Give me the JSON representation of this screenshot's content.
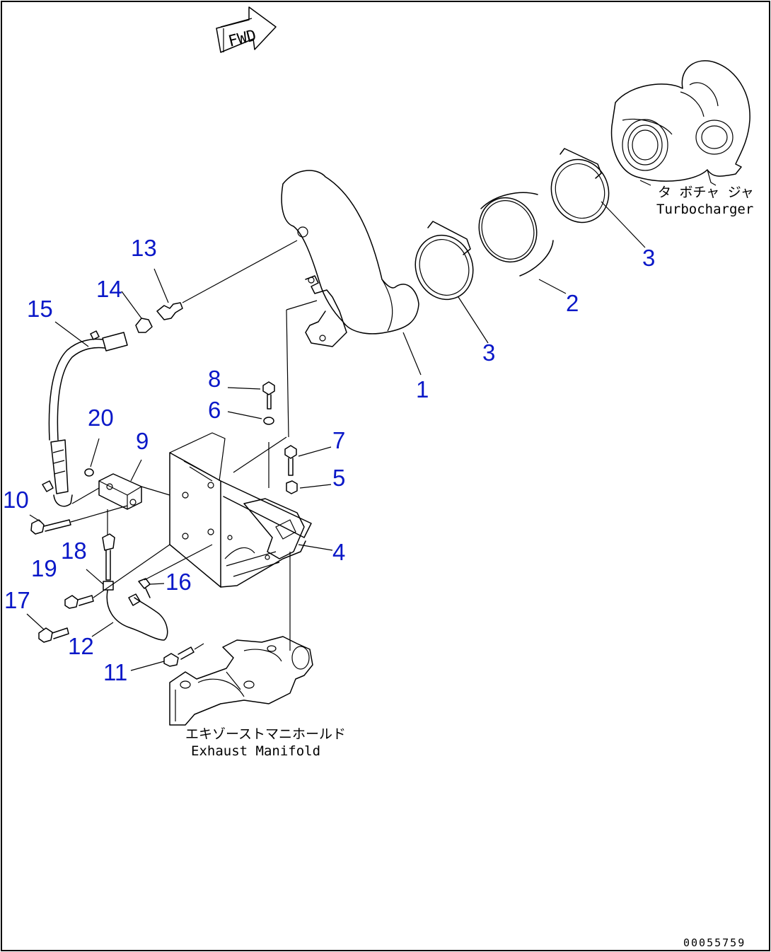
{
  "drawing": {
    "fwd_label": "FWD",
    "drawing_number": "00055759"
  },
  "captions": {
    "turbocharger_jp": "タ ボチャ ジャ",
    "turbocharger_en": "Turbocharger",
    "exhaust_manifold_jp": "エキゾーストマニホールド",
    "exhaust_manifold_en": "Exhaust Manifold"
  },
  "part_callouts": [
    {
      "id": "c1",
      "label": "1"
    },
    {
      "id": "c2",
      "label": "2"
    },
    {
      "id": "c3a",
      "label": "3"
    },
    {
      "id": "c3b",
      "label": "3"
    },
    {
      "id": "c4",
      "label": "4"
    },
    {
      "id": "c5",
      "label": "5"
    },
    {
      "id": "c6",
      "label": "6"
    },
    {
      "id": "c7",
      "label": "7"
    },
    {
      "id": "c8",
      "label": "8"
    },
    {
      "id": "c9",
      "label": "9"
    },
    {
      "id": "c10",
      "label": "10"
    },
    {
      "id": "c11",
      "label": "11"
    },
    {
      "id": "c12",
      "label": "12"
    },
    {
      "id": "c13",
      "label": "13"
    },
    {
      "id": "c14",
      "label": "14"
    },
    {
      "id": "c15",
      "label": "15"
    },
    {
      "id": "c16",
      "label": "16"
    },
    {
      "id": "c17",
      "label": "17"
    },
    {
      "id": "c18",
      "label": "18"
    },
    {
      "id": "c19",
      "label": "19"
    },
    {
      "id": "c20",
      "label": "20"
    }
  ],
  "colors": {
    "callout": "#0a18c8",
    "line": "#000000",
    "background": "#ffffff"
  }
}
